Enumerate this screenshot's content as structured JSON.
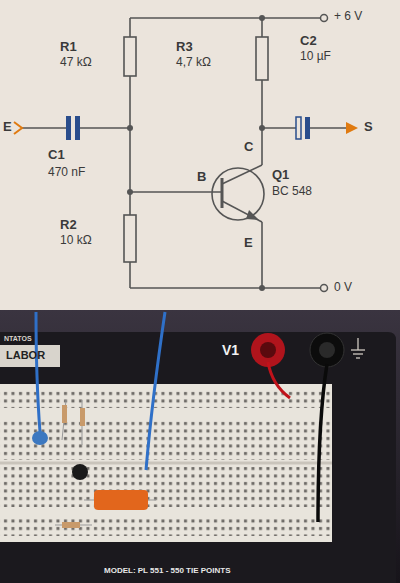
{
  "diagram": {
    "labels": [
      "R1",
      "47 kΩ",
      "R3",
      "4,7 kΩ",
      "C2",
      "10 µF",
      "+ 6 V",
      "E",
      "C1",
      "470 nF",
      "C",
      "S",
      "B",
      "Q1",
      "BC 548",
      "E",
      "R2",
      "10 kΩ",
      "0 V",
      "NTATOS",
      "LABOR",
      "V1",
      "MODEL: PL 551 - 550 TIE POINTS"
    ]
  }
}
